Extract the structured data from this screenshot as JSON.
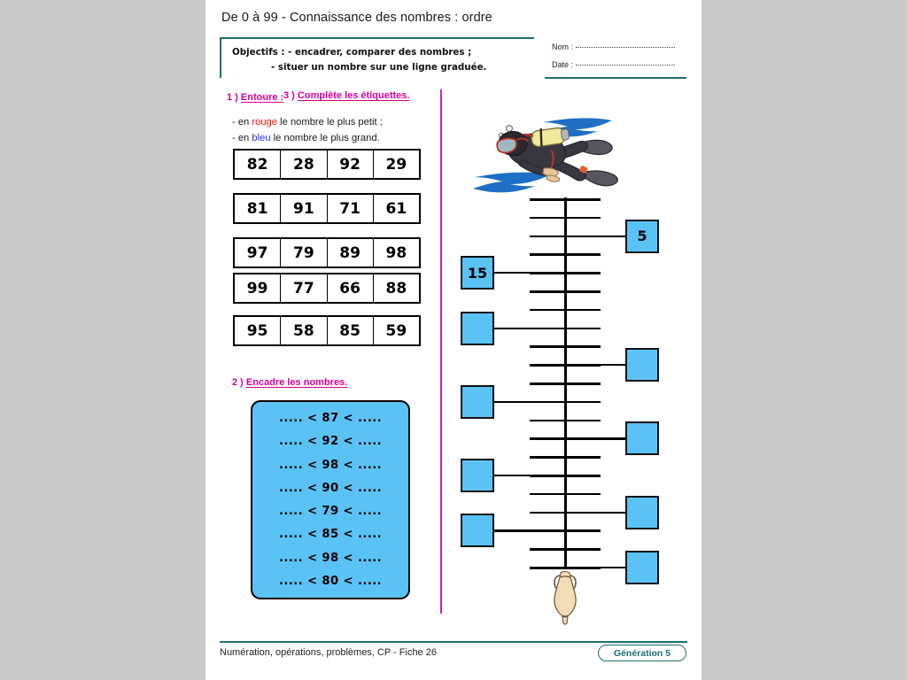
{
  "header": {
    "title": "De 0 à 99 - Connaissance des nombres : ordre",
    "objectives_label": "Objectifs : - encadrer, comparer des nombres ;",
    "objectives_line2": "- situer un nombre sur une ligne graduée.",
    "nom_label": "Nom :",
    "date_label": "Date :"
  },
  "exercise1": {
    "number": "1 )",
    "title": "Entoure :",
    "instruction1_prefix": "- en ",
    "instruction1_color_word": "rouge",
    "instruction1_suffix": " le nombre le plus petit ;",
    "instruction2_prefix": "- en ",
    "instruction2_color_word": "bleu",
    "instruction2_suffix": " le nombre le plus grand.",
    "color_rouge": "#f01010",
    "color_bleu": "#2030f0",
    "rows": [
      [
        "82",
        "28",
        "92",
        "29"
      ],
      [
        "81",
        "91",
        "71",
        "61"
      ],
      [
        "97",
        "79",
        "89",
        "98"
      ],
      [
        "99",
        "77",
        "66",
        "88"
      ],
      [
        "95",
        "58",
        "85",
        "59"
      ]
    ]
  },
  "exercise2": {
    "number": "2 )",
    "title": "Encadre les nombres.",
    "lines": [
      "..... < 87 < .....",
      "..... < 92 < .....",
      "..... < 98 < .....",
      "..... < 90 < .....",
      "..... < 79 < .....",
      "..... < 85 < .....",
      "..... < 98 < .....",
      "..... < 80 < ....."
    ]
  },
  "exercise3": {
    "number": "3 )",
    "title": "Complète les étiquettes.",
    "illustration_top": "scuba-diver",
    "illustration_bottom": "amphora-vase",
    "tick_count": 21,
    "label_boxes": [
      {
        "side": "right",
        "value": "5",
        "tick_index": 2
      },
      {
        "side": "left",
        "value": "15",
        "tick_index": 4
      },
      {
        "side": "left",
        "value": "",
        "tick_index": 7
      },
      {
        "side": "right",
        "value": "",
        "tick_index": 9
      },
      {
        "side": "left",
        "value": "",
        "tick_index": 11
      },
      {
        "side": "right",
        "value": "",
        "tick_index": 13
      },
      {
        "side": "left",
        "value": "",
        "tick_index": 15
      },
      {
        "side": "right",
        "value": "",
        "tick_index": 17
      },
      {
        "side": "left",
        "value": "",
        "tick_index": 18
      },
      {
        "side": "right",
        "value": "",
        "tick_index": 20
      }
    ]
  },
  "footer": {
    "text": "Numération, opérations, problèmes, CP - Fiche 26",
    "badge": "Génération 5"
  },
  "colors": {
    "heading_magenta": "#d6009b",
    "teal_rule": "#1e6e74",
    "divider_magenta": "#c020c0",
    "box_blue": "#5bc2f5",
    "page_background": "#ffffff",
    "canvas_background": "#c9c9c9"
  }
}
